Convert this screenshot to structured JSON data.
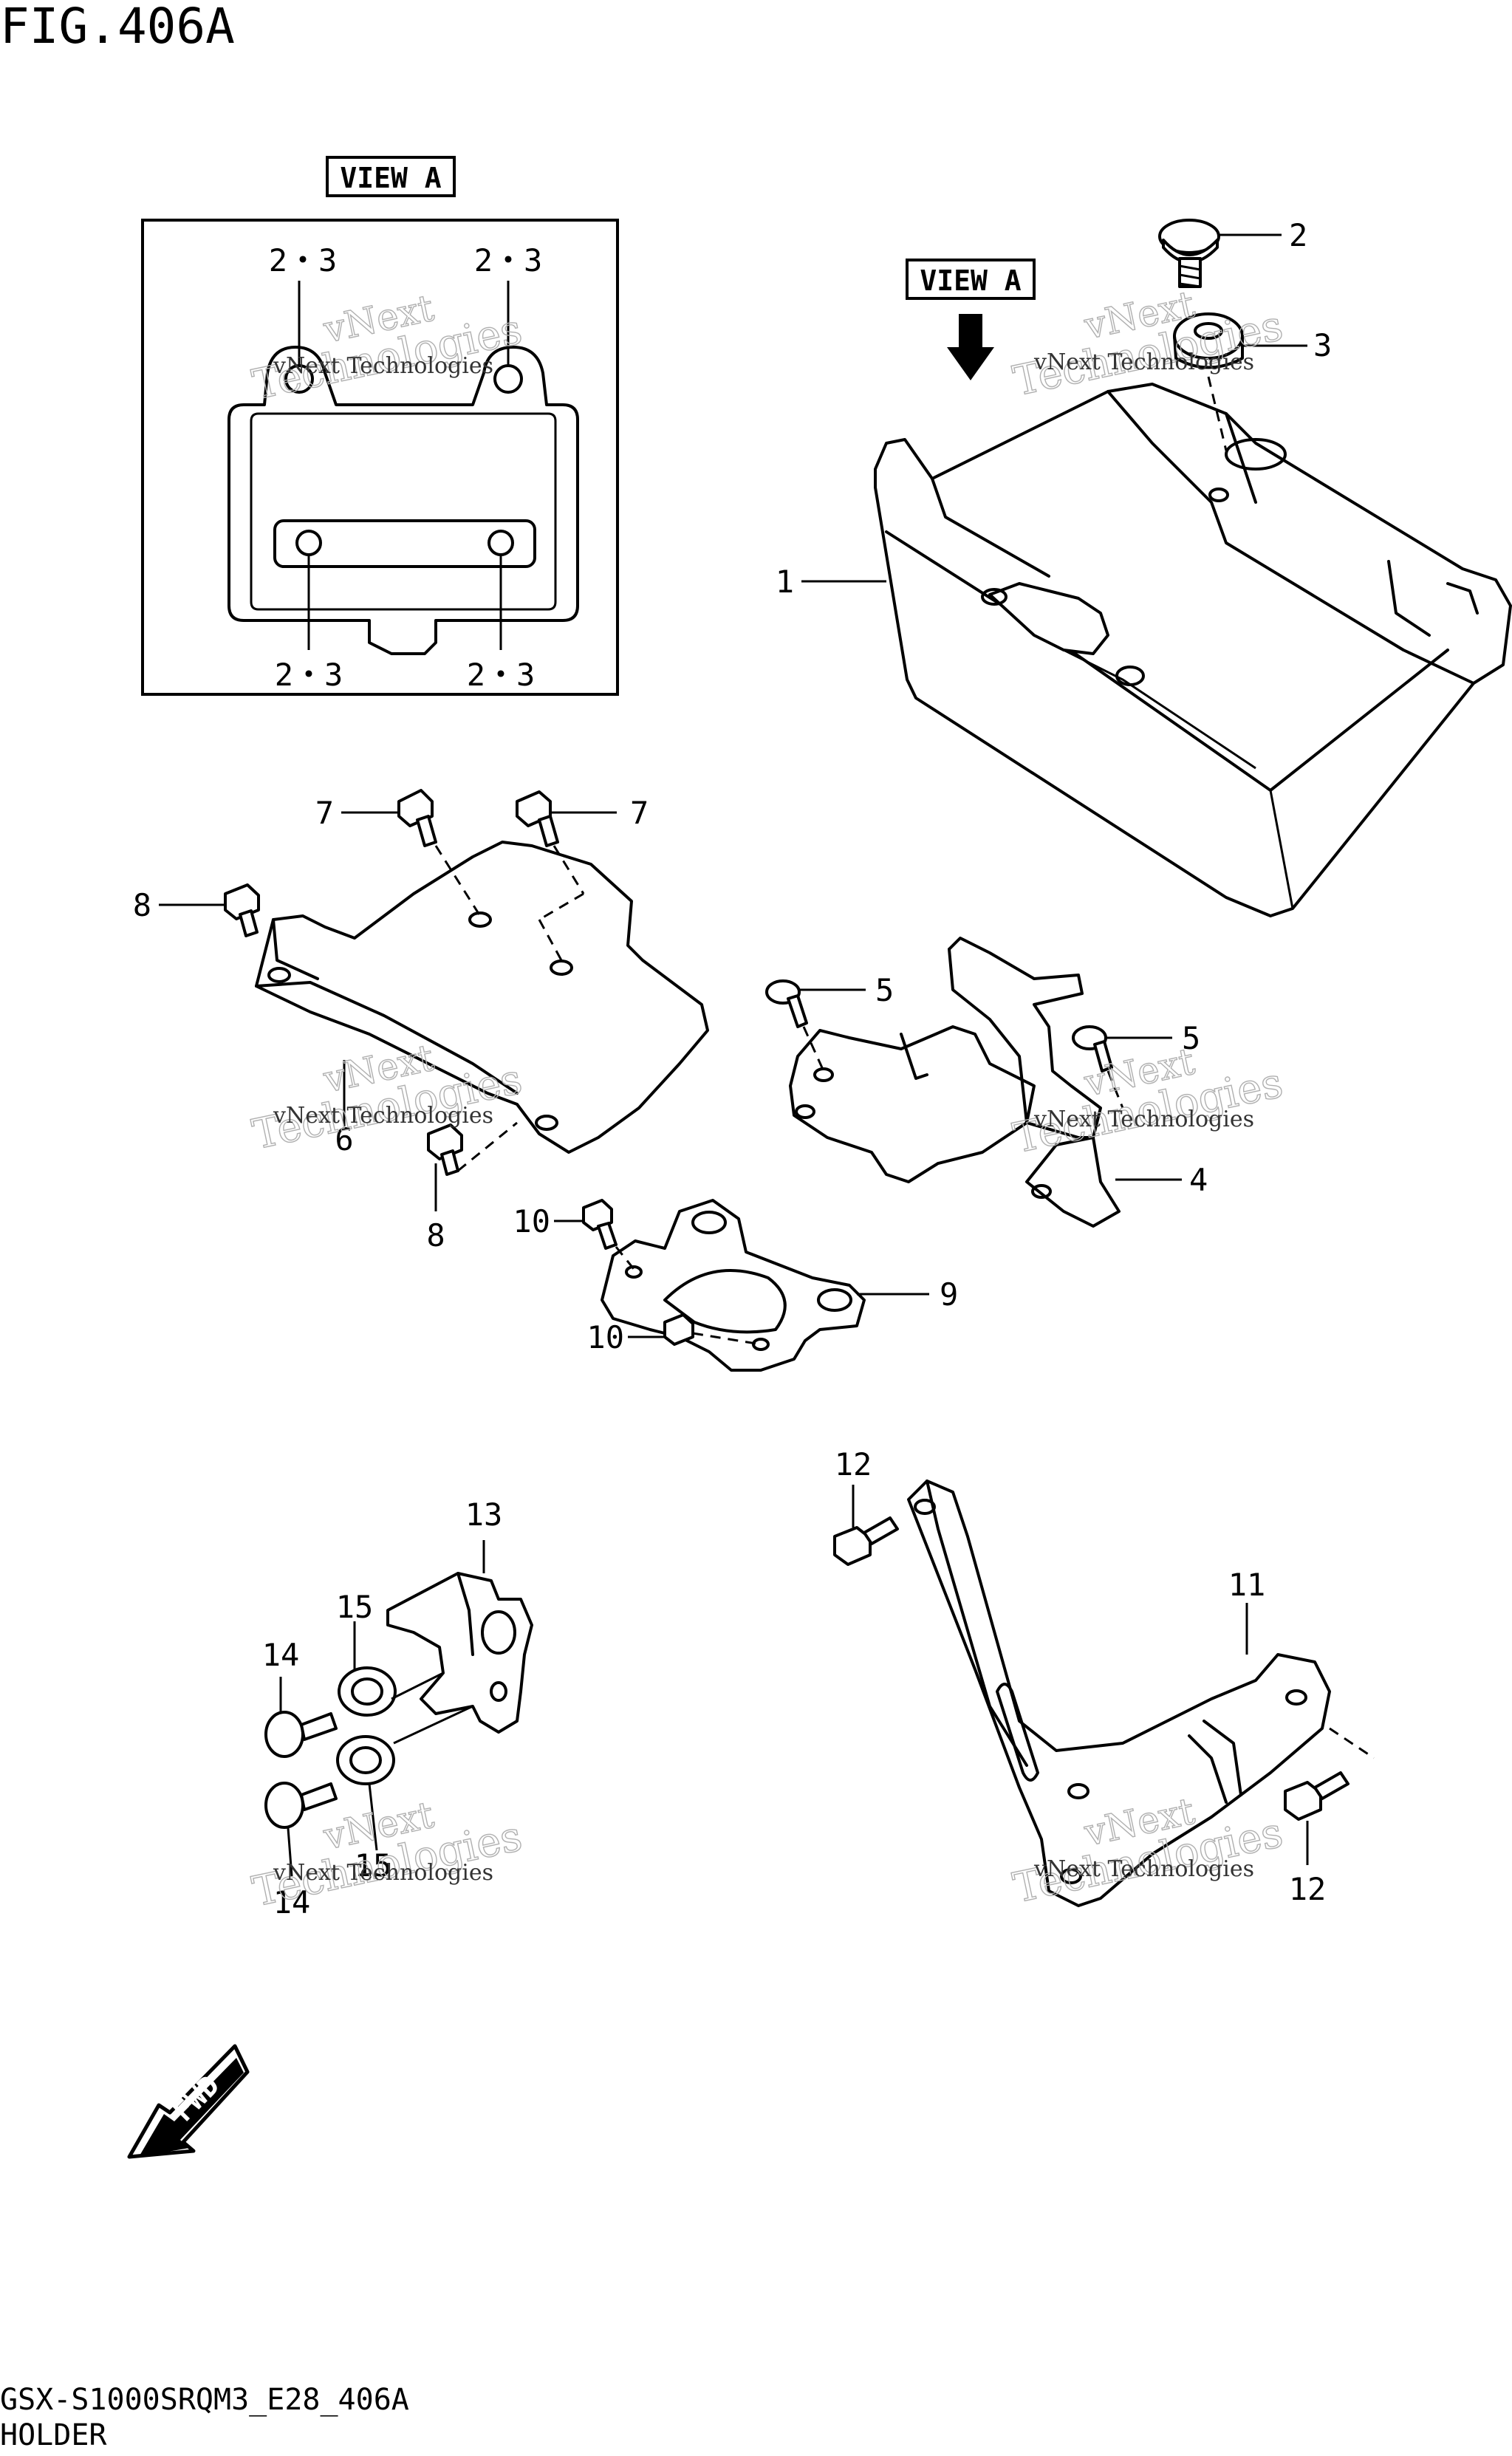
{
  "figure": {
    "title": "FIG.406A",
    "model_code": "GSX-S1000SRQM3_E28_406A",
    "caption": "HOLDER"
  },
  "view_labels": {
    "inset": "VIEW A",
    "pointer": "VIEW A"
  },
  "fwd_label": "FWD",
  "watermark": {
    "line1": "vNext Technologies",
    "line2a": "vNext",
    "line2b": "Technologies"
  },
  "callouts": {
    "inset_tl": "2・3",
    "inset_tr": "2・3",
    "inset_bl": "2・3",
    "inset_br": "2・3",
    "p1": "1",
    "p2": "2",
    "p3": "3",
    "p4": "4",
    "p5a": "5",
    "p5b": "5",
    "p6": "6",
    "p7a": "7",
    "p7b": "7",
    "p8a": "8",
    "p8b": "8",
    "p9": "9",
    "p10a": "10",
    "p10b": "10",
    "p11": "11",
    "p12a": "12",
    "p12b": "12",
    "p13": "13",
    "p14a": "14",
    "p14b": "14",
    "p15a": "15",
    "p15b": "15"
  }
}
